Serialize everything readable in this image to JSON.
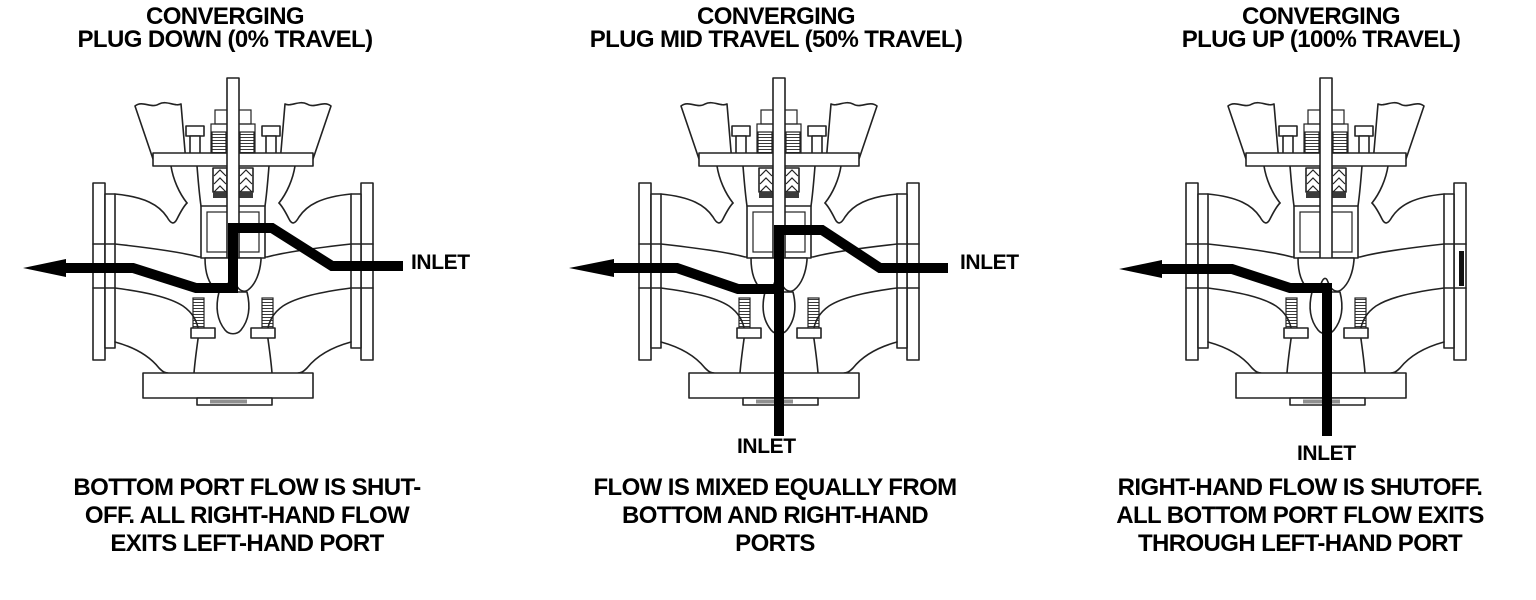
{
  "page": {
    "background": "#ffffff"
  },
  "colors": {
    "line": "#222222",
    "flow": "#000000",
    "text": "#000000"
  },
  "panels": [
    {
      "id": "plug-down",
      "title": "CONVERGING\nPLUG DOWN (0% TRAVEL)",
      "caption": "BOTTOM PORT FLOW IS SHUT-\nOFF. ALL RIGHT-HAND FLOW\nEXITS LEFT-HAND PORT",
      "inlet_right_label": "INLET"
    },
    {
      "id": "plug-mid-travel",
      "title": "CONVERGING\nPLUG MID TRAVEL (50% TRAVEL)",
      "caption": "FLOW IS MIXED EQUALLY FROM\nBOTTOM AND RIGHT-HAND\nPORTS",
      "inlet_right_label": "INLET",
      "inlet_bottom_label": "INLET"
    },
    {
      "id": "plug-up",
      "title": "CONVERGING\nPLUG UP (100% TRAVEL)",
      "caption": "RIGHT-HAND FLOW IS SHUTOFF.\nALL BOTTOM PORT FLOW EXITS\nTHROUGH LEFT-HAND PORT",
      "inlet_bottom_label": "INLET"
    }
  ]
}
